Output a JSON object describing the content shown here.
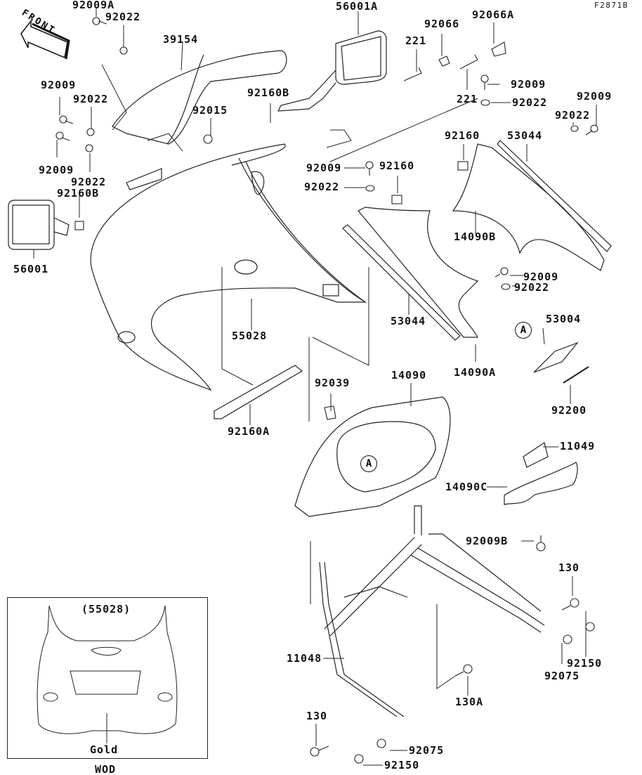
{
  "figure_code": "F2871B",
  "front_arrow_label": "FRONT",
  "callouts": {
    "p92009A": "92009A",
    "p92022_top": "92022",
    "p39154": "39154",
    "p56001A": "56001A",
    "p92066": "92066",
    "p92066A": "92066A",
    "p221_a": "221",
    "p221_b": "221",
    "p92009_r1": "92009",
    "p92022_r1": "92022",
    "p92009_r2": "92009",
    "p92022_r2": "92022",
    "p92009_l1": "92009",
    "p92022_l1": "92022",
    "p92015": "92015",
    "p92160B_top": "92160B",
    "p92009_l2": "92009",
    "p92022_l2": "92022",
    "p92160B_left": "92160B",
    "p92160_top": "92160",
    "p53044_top": "53044",
    "p92009_mid": "92009",
    "p92160_mid": "92160",
    "p92022_mid": "92022",
    "p56001": "56001",
    "p14090B": "14090B",
    "p92009_m2": "92009",
    "p92022_m2": "92022",
    "p55028": "55028",
    "p53044_mid": "53044",
    "p14090A": "14090A",
    "p53004": "53004",
    "p92200": "92200",
    "p92039": "92039",
    "p14090": "14090",
    "p92160A": "92160A",
    "p11049": "11049",
    "p14090C": "14090C",
    "p92009B": "92009B",
    "p130_r": "130",
    "p92150_r": "92150",
    "p92075_r": "92075",
    "p11048": "11048",
    "p130A": "130A",
    "p130_b": "130",
    "p92075_b": "92075",
    "p92150_b": "92150"
  },
  "ref_markers": {
    "a1": "A",
    "a2": "A"
  },
  "inset": {
    "part_ref": "(55028)",
    "color_label": "Gold",
    "variant_code": "WOD"
  }
}
